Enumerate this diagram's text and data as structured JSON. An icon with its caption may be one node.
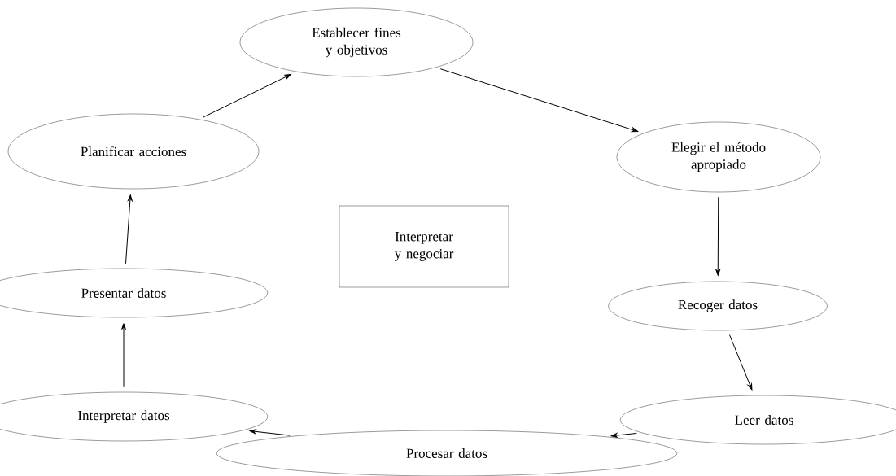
{
  "diagram": {
    "nodes": [
      {
        "text": [
          "Establecer fines y objetivos"
        ]
      },
      {
        "text": [
          "Elegir el método apropiado"
        ]
      },
      {
        "text": [
          "Recoger datos"
        ]
      },
      {
        "text": [
          "Leer datos"
        ]
      },
      {
        "text": [
          "Procesar datos"
        ]
      },
      {
        "text": [
          "Interpretar datos"
        ]
      },
      {
        "text": [
          "Presentar datos"
        ]
      },
      {
        "text": [
          "Planificar acciones"
        ]
      },
      {
        "text": [
          "Interpretar y negociar"
        ]
      }
    ],
    "edges": [
      {
        "from": 7,
        "to": 0,
        "arrow": "to"
      },
      {
        "from": 0,
        "to": 1,
        "arrow": "to"
      },
      {
        "from": 1,
        "to": 2,
        "arrow": "to"
      },
      {
        "from": 2,
        "to": 3,
        "arrow": "to"
      },
      {
        "from": 3,
        "to": 4,
        "arrow": "to"
      },
      {
        "from": 4,
        "to": 5,
        "arrow": "to"
      },
      {
        "from": 5,
        "to": 6,
        "arrow": "to"
      },
      {
        "from": 6,
        "to": 7,
        "arrow": "to"
      }
    ]
  }
}
